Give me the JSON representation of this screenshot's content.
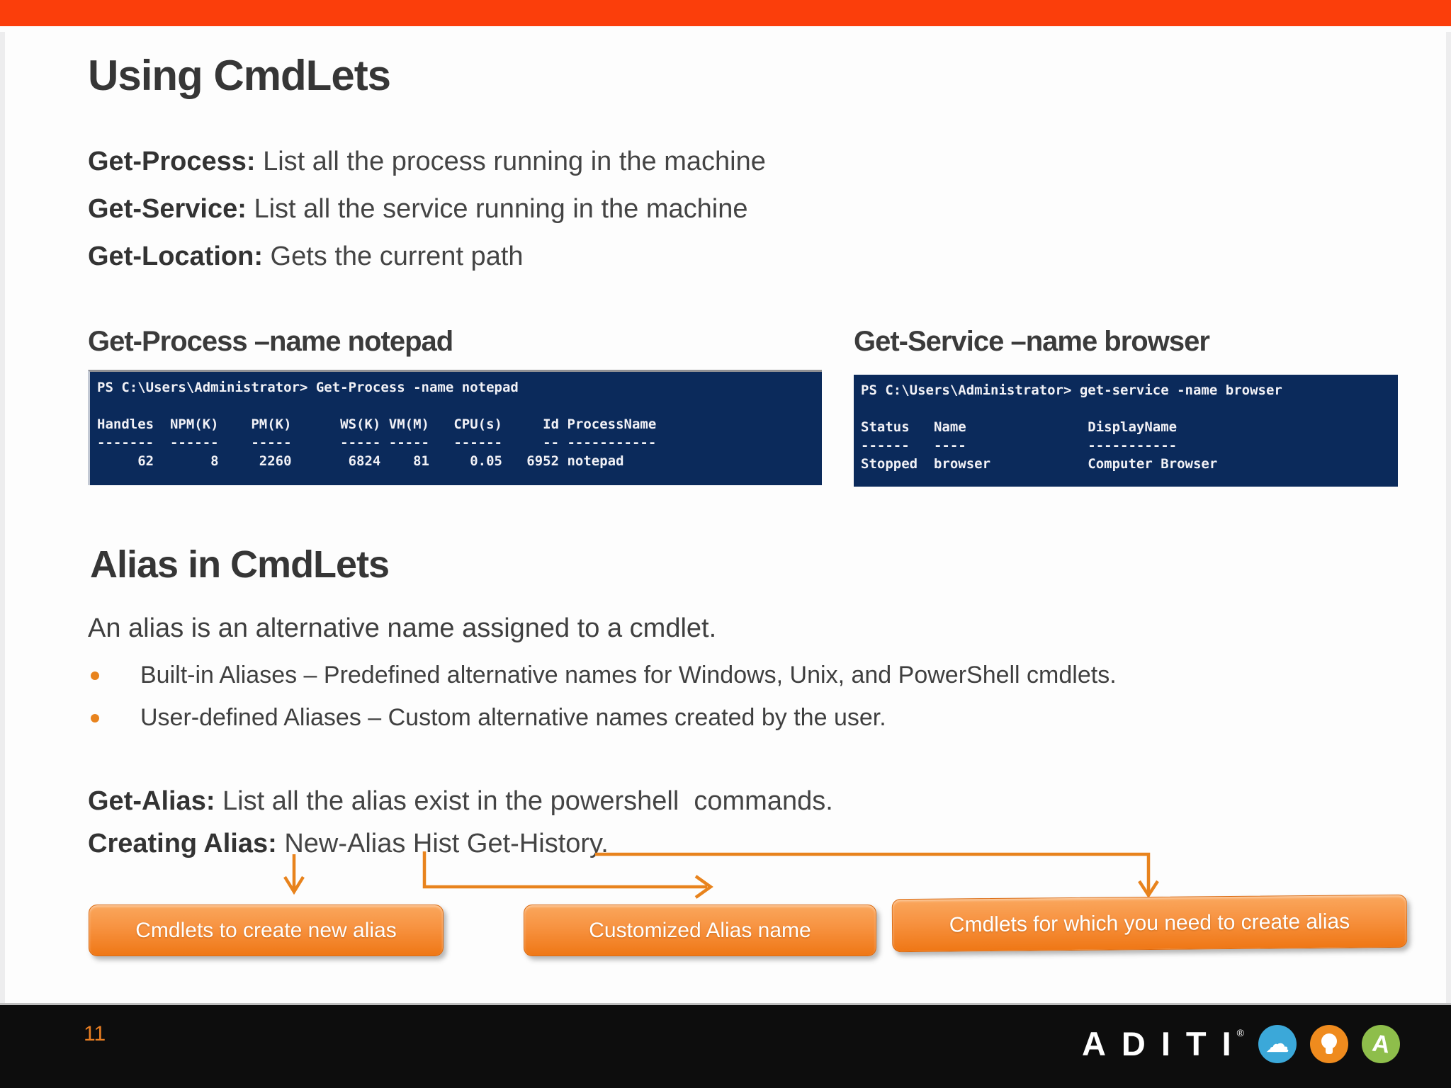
{
  "slide": {
    "accent_color": "#fb3e0b",
    "terminal_bg": "#0b2a5b",
    "arrow_color": "#e8831d",
    "title": "Using CmdLets",
    "definitions": [
      {
        "label": "Get-Process:",
        "text": " List all the process running in the machine"
      },
      {
        "label": "Get-Service:",
        "text": " List all the service running in the machine"
      },
      {
        "label": "Get-Location:",
        "text": " Gets the current path"
      }
    ],
    "examples": [
      {
        "heading": "Get-Process –name notepad",
        "lines": [
          "PS C:\\Users\\Administrator> Get-Process -name notepad",
          "",
          "Handles  NPM(K)    PM(K)      WS(K) VM(M)   CPU(s)     Id ProcessName",
          "-------  ------    -----      ----- -----   ------     -- -----------",
          "     62       8     2260       6824    81     0.05   6952 notepad"
        ]
      },
      {
        "heading": "Get-Service –name browser",
        "lines": [
          "PS C:\\Users\\Administrator> get-service -name browser",
          "",
          "Status   Name               DisplayName",
          "------   ----               -----------",
          "Stopped  browser            Computer Browser"
        ]
      }
    ],
    "alias_section": {
      "heading": "Alias in CmdLets",
      "intro": "An alias is an alternative name assigned to a cmdlet.",
      "bullets": [
        "Built-in Aliases – Predefined alternative names for Windows, Unix, and PowerShell cmdlets.",
        "User-defined Aliases – Custom alternative names created by the user."
      ],
      "lines": [
        {
          "label": "Get-Alias:",
          "text": " List all the alias exist in the powershell  commands."
        },
        {
          "label": "Creating Alias:",
          "text": " New-Alias Hist Get-History."
        }
      ],
      "callouts": [
        "Cmdlets to create new alias",
        "Customized Alias name",
        "Cmdlets for which you need to create alias"
      ]
    },
    "footer": {
      "page_number": "11",
      "brand": "ADITI",
      "reg_mark": "®",
      "cloud_glyph": "☁",
      "compass_letter": "A",
      "icon_colors": {
        "cloud": "#3ba8d9",
        "bulb": "#ef8b1e",
        "compass": "#8ebe4b"
      }
    }
  }
}
